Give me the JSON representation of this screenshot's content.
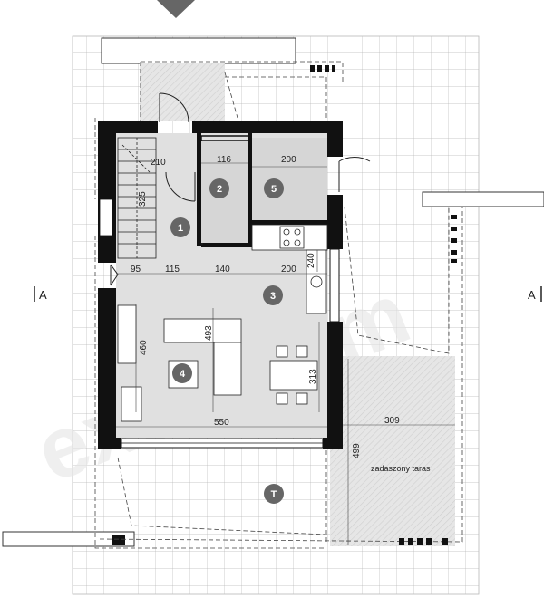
{
  "watermark": "extradom",
  "section_marks": {
    "left": "A",
    "right": "A"
  },
  "rooms": [
    {
      "id": "1",
      "label": "1"
    },
    {
      "id": "2",
      "label": "2"
    },
    {
      "id": "3",
      "label": "3"
    },
    {
      "id": "4",
      "label": "4"
    },
    {
      "id": "5",
      "label": "5"
    },
    {
      "id": "T",
      "label": "T"
    }
  ],
  "dimensions": {
    "hall_top": "210",
    "bath_width": "116",
    "room5_width": "200",
    "stair_width": "325",
    "row_95": "95",
    "row_115": "115",
    "row_140": "140",
    "row_200": "200",
    "kitchen_depth": "240",
    "living_height": "460",
    "sofa_width": "493",
    "dining_depth": "313",
    "total_width": "550",
    "terrace_width": "309",
    "terrace_depth": "499"
  },
  "labels": {
    "terrace": "zadaszony taras"
  },
  "colors": {
    "wall": "#111111",
    "floor": "#e0e0e0",
    "grid": "#b8b8b8",
    "hatch": "#d9d9d9",
    "badge": "#666666"
  }
}
